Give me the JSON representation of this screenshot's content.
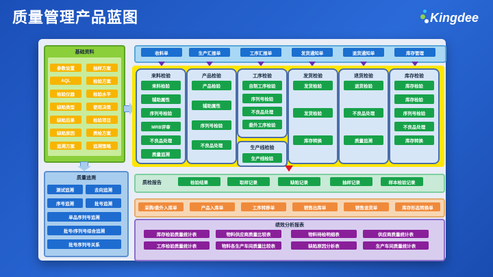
{
  "title": "质量管理产品蓝图",
  "logo": {
    "text": "Kingdee"
  },
  "basic_data": {
    "title": "基础资料",
    "items": [
      "参数设置",
      "抽样方案",
      "AQL",
      "检验方案",
      "检验仪器",
      "检验水平",
      "缺陷类型",
      "使用决策",
      "缺陷后果",
      "检验项目",
      "缺陷原因",
      "质检方案",
      "追溯方案",
      "追溯策略"
    ]
  },
  "trace": {
    "title": "质量追溯",
    "items": [
      "测试追溯",
      "去向追溯",
      "序号追溯",
      "批号追溯"
    ],
    "wide": [
      "单品序列号追溯",
      "批号/序列号综合追溯",
      "批号序列号关系"
    ]
  },
  "top_docs": [
    "收料单",
    "生产汇报单",
    "工序汇报单",
    "发货通知单",
    "退货通知单",
    "库存管理"
  ],
  "columns": [
    {
      "title": "来料检验",
      "items": [
        "来料检验",
        "辅助属性",
        "序列号检验",
        "MRB评审",
        "不良品处理",
        "质量追溯"
      ]
    },
    {
      "title": "产品检验",
      "items": [
        "产品检验",
        "辅助属性",
        "序列号检验",
        "不良品处理"
      ]
    },
    {
      "title": "工序检验",
      "items": [
        "自制工序检验",
        "序列号检验",
        "不良品处理",
        "委外工序检验"
      ]
    },
    {
      "title": "发货检验",
      "items": [
        "发货检验",
        "发货检验",
        "库存转换"
      ]
    },
    {
      "title": "退货检验",
      "items": [
        "退货检验",
        "不良品处理",
        "质量追溯"
      ]
    },
    {
      "title": "库存检验",
      "items": [
        "库存检验",
        "库存检验",
        "序列号检验",
        "不良品处理",
        "库存转换"
      ]
    }
  ],
  "line_inspect": {
    "title": "生产线检验",
    "item": "生产线检验"
  },
  "report": {
    "title": "质检报告",
    "items": [
      "检验结果",
      "取样记录",
      "缺陷记录",
      "抽样记录",
      "样本检验记录"
    ]
  },
  "actions": [
    "采购/委外入库单",
    "产品入库单",
    "工序转移单",
    "销售出库单",
    "销售退货单",
    "库存形态转换单"
  ],
  "analysis": {
    "title": "绩效分析报表",
    "items": [
      "库存检验质量统计表",
      "物料供应商质量比较表",
      "物料待检明细表",
      "供应商质量统计表",
      "工序检验质量统计表",
      "物料各生产车间质量比较表",
      "缺陷原因分析表",
      "生产车间质量统计表"
    ]
  },
  "colors": {
    "green": "#17a24a",
    "blue": "#1a6fd0",
    "orange": "#f08a3b",
    "purple": "#8a1f9a",
    "yellow": "#f7b500"
  }
}
